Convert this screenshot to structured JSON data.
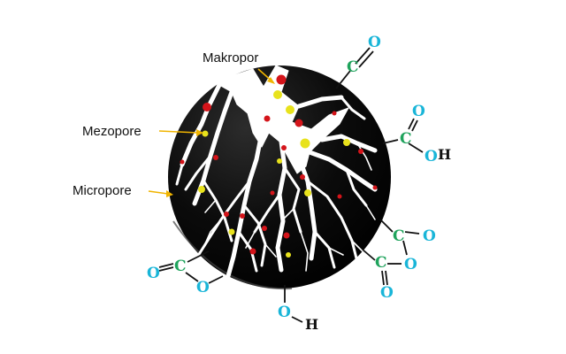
{
  "labels": {
    "macropore": "Makropor",
    "mesopore": "Mezopore",
    "micropore": "Micropore"
  },
  "atoms": {
    "oxygen": "O",
    "carbon": "C",
    "hydrogen": "H"
  },
  "colors": {
    "particle": "#0b0b0b",
    "pore": "#ffffff",
    "arrow": "#f0b400",
    "red_dot": "#d4141a",
    "yellow_dot": "#e8e21c",
    "oxygen": "#19b5d8",
    "carbon": "#1fa35c",
    "hydrogen": "#111111",
    "bond": "#111111"
  },
  "functional_groups": [
    "C=O",
    "COOH",
    "anhydride",
    "lactone",
    "OH"
  ]
}
